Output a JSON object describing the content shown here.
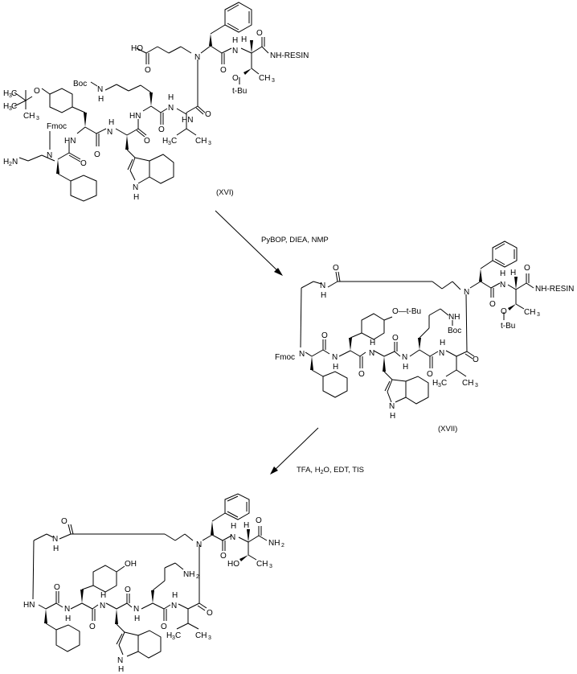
{
  "compounds": [
    {
      "id": "xvi",
      "label": "(XVI)"
    },
    {
      "id": "xvii",
      "label": "(XVII)"
    },
    {
      "id": "product",
      "label": ""
    }
  ],
  "steps": [
    {
      "reagents": "PyBOP, DIEA, NMP"
    },
    {
      "reagents_parts": [
        "TFA, H",
        "2",
        "O, EDT, TIS"
      ]
    }
  ],
  "atoms": {
    "HO": "HO",
    "O": "O",
    "N": "N",
    "H": "H",
    "NH": "NH",
    "HN": "HN",
    "NH_RESIN": "NH-RESIN",
    "CH3": "CH",
    "sub3": "3",
    "sub2": "2",
    "H3C": "H",
    "C": "C",
    "tBu": "t-Bu",
    "Boc": "Boc",
    "Fmoc": "Fmoc",
    "H2N": "H",
    "N_only": "N",
    "O_tBu": "O—t-Bu",
    "OH": "OH",
    "NH2": "NH",
    "HO_thr": "HO"
  }
}
